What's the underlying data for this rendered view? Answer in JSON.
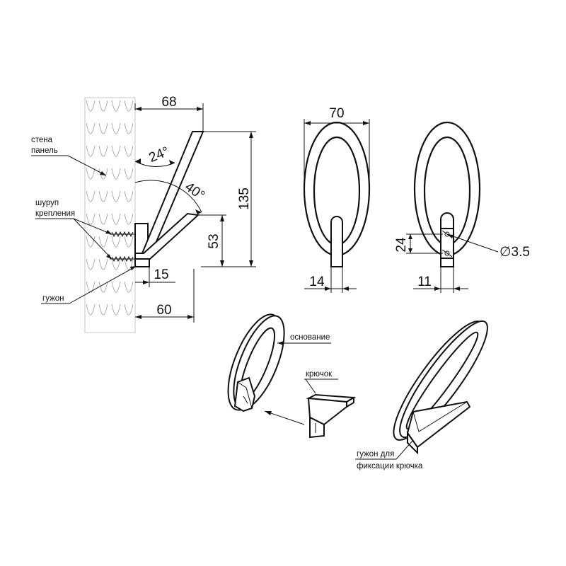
{
  "dimensions": {
    "d68": "68",
    "d135": "135",
    "d53": "53",
    "d15": "15",
    "d60": "60",
    "a24": "24°",
    "a40": "40°",
    "d70": "70",
    "d14": "14",
    "d24": "24",
    "d11": "11",
    "dhole": "∅3.5"
  },
  "labels": {
    "wall_1": "стена",
    "wall_2": "панель",
    "screw_1": "шуруп",
    "screw_2": "крепления",
    "pin": "гужон",
    "base": "основание",
    "hook": "крючок",
    "pin_fix_1": "гужон для",
    "pin_fix_2": "фиксации крючка"
  }
}
